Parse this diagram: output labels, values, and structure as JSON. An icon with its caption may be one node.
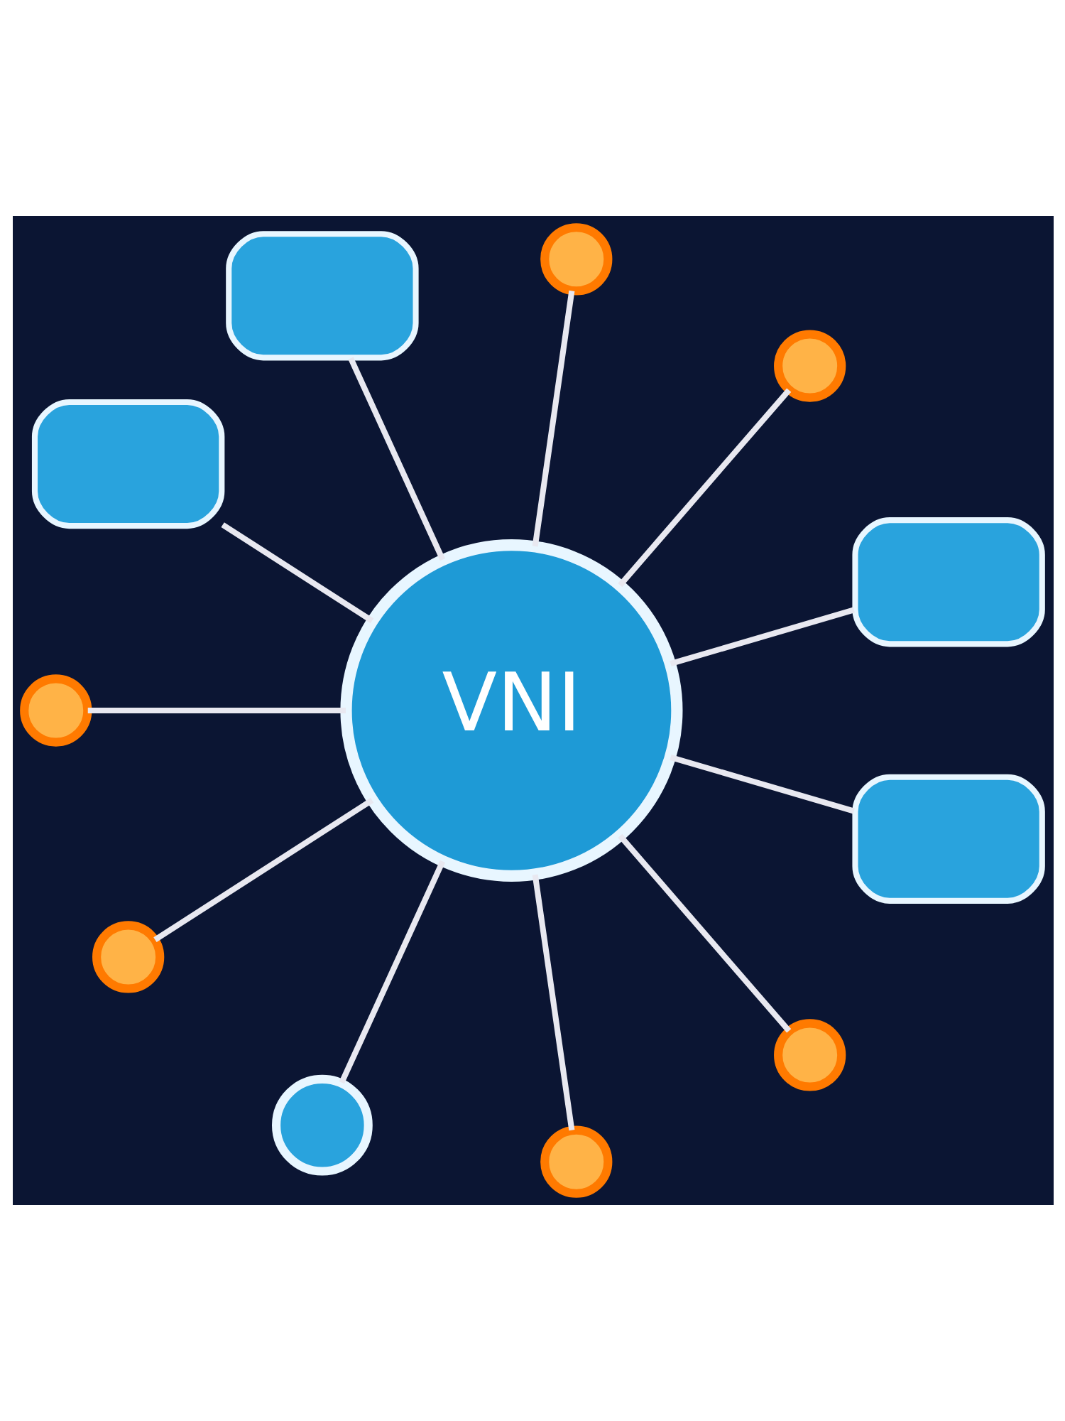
{
  "diagram": {
    "nodes": [
      {
        "text": [],
        "shape": "box"
      },
      {
        "text": [],
        "shape": "circle"
      },
      {
        "text": [],
        "shape": "circle"
      },
      {
        "text": [],
        "shape": "box"
      },
      {
        "text": [],
        "shape": "box"
      },
      {
        "text": [
          "VNI"
        ]
      },
      {
        "text": [],
        "shape": "circle"
      },
      {
        "text": [],
        "shape": "circle"
      },
      {
        "text": [],
        "shape": "circle"
      },
      {
        "text": [],
        "shape": "circle"
      },
      {
        "text": [],
        "shape": "circle"
      },
      {
        "text": [],
        "shape": "box"
      }
    ],
    "edges": [
      {
        "from": 5,
        "to": 0,
        "arrow": "none"
      },
      {
        "from": 5,
        "to": 2,
        "arrow": "none"
      },
      {
        "from": 5,
        "to": 3,
        "arrow": "none"
      },
      {
        "from": 5,
        "to": 6,
        "arrow": "none"
      },
      {
        "from": 5,
        "to": 8,
        "arrow": "none"
      },
      {
        "from": 5,
        "to": 10,
        "arrow": "none"
      },
      {
        "from": 5,
        "to": 11,
        "arrow": "none"
      },
      {
        "from": 5,
        "to": 9,
        "arrow": "none"
      },
      {
        "from": 5,
        "to": 7,
        "arrow": "none"
      },
      {
        "from": 5,
        "to": 4,
        "arrow": "none"
      },
      {
        "from": 5,
        "to": 1,
        "arrow": "none"
      }
    ]
  }
}
